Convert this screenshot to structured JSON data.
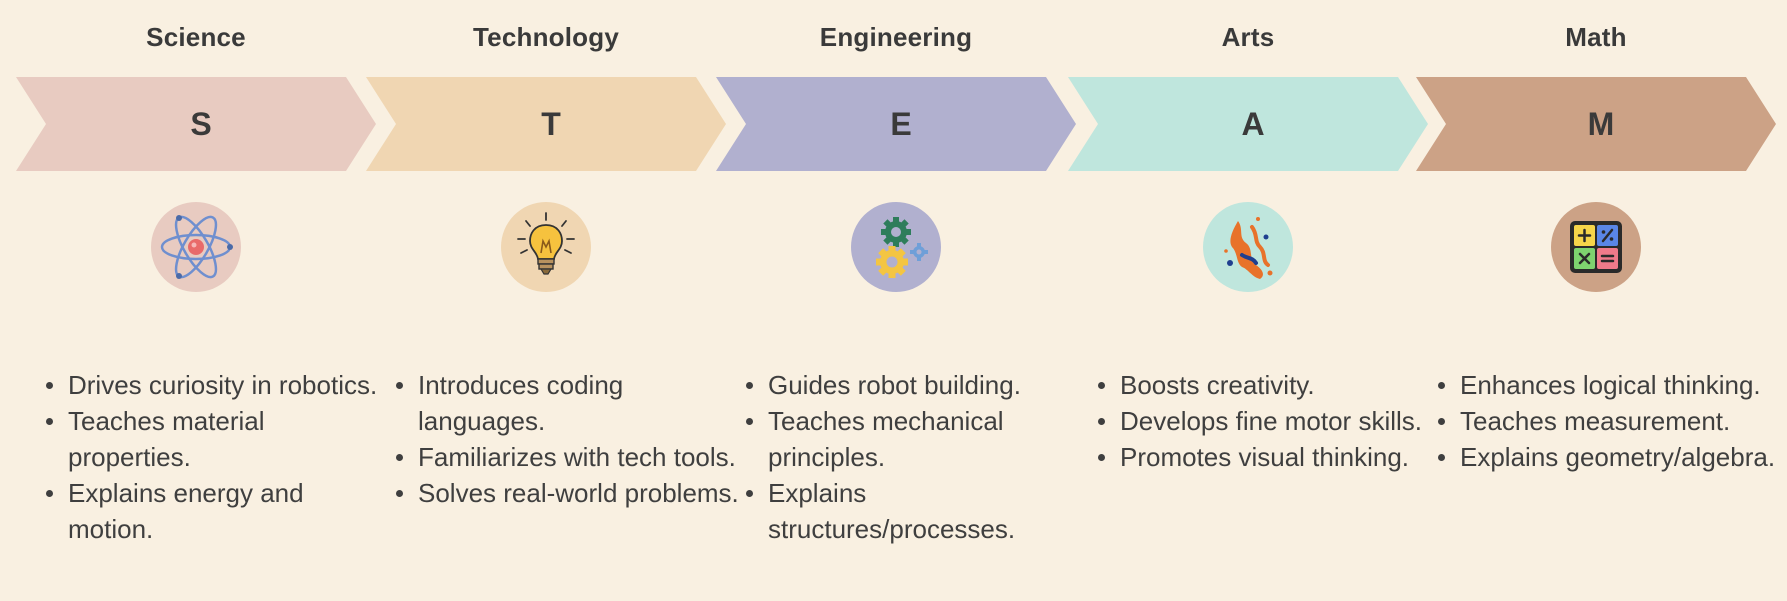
{
  "columns": [
    {
      "title": "Science",
      "letter": "S",
      "color": "#e8cbc1",
      "icon_bg": "#e8cbc1",
      "icon": "atom-icon",
      "bullets": [
        "Drives curiosity in robotics.",
        "Teaches material properties.",
        "Explains energy and motion."
      ]
    },
    {
      "title": "Technology",
      "letter": "T",
      "color": "#f0d6b2",
      "icon_bg": "#f0d6b2",
      "icon": "lightbulb-icon",
      "bullets": [
        "Introduces coding languages.",
        "Familiarizes with tech tools.",
        "Solves real-world problems."
      ]
    },
    {
      "title": "Engineering",
      "letter": "E",
      "color": "#b1b0cf",
      "icon_bg": "#b1b0cf",
      "icon": "gears-icon",
      "bullets": [
        "Guides robot building.",
        "Teaches mechanical principles.",
        "Explains structures/processes."
      ]
    },
    {
      "title": "Arts",
      "letter": "A",
      "color": "#bfe6dd",
      "icon_bg": "#bfe6dd",
      "icon": "paint-splash-icon",
      "bullets": [
        "Boosts creativity.",
        "Develops fine motor skills.",
        "Promotes visual thinking."
      ]
    },
    {
      "title": "Math",
      "letter": "M",
      "color": "#cca286",
      "icon_bg": "#cca286",
      "icon": "calculator-icon",
      "bullets": [
        "Enhances logical thinking.",
        "Teaches measurement.",
        "Explains geometry/algebra."
      ]
    }
  ],
  "background_color": "#f9f0e1"
}
